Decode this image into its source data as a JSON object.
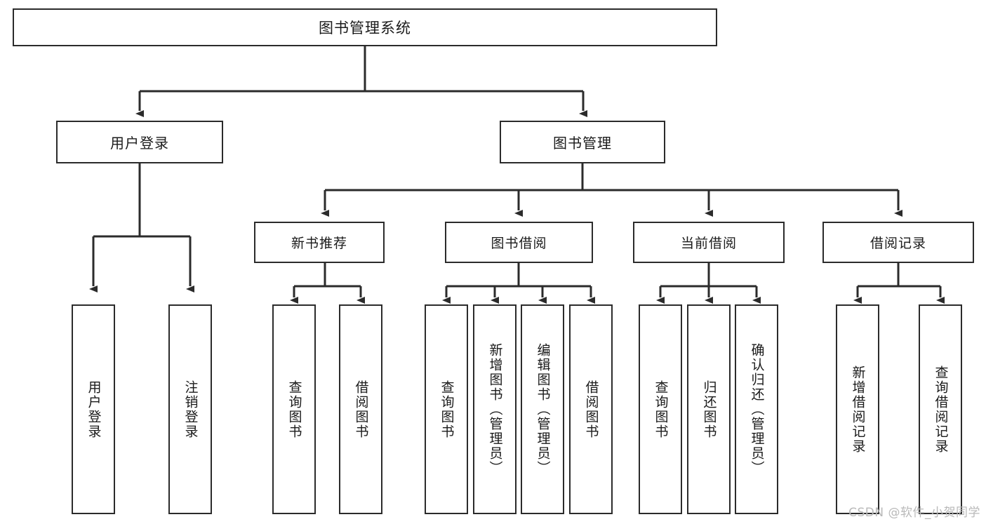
{
  "diagram": {
    "title": "图书管理系统",
    "type": "tree-hierarchy",
    "root": {
      "label": "图书管理系统"
    },
    "level2": [
      {
        "label": "用户登录"
      },
      {
        "label": "图书管理"
      }
    ],
    "level3": [
      {
        "label": "新书推荐"
      },
      {
        "label": "图书借阅"
      },
      {
        "label": "当前借阅"
      },
      {
        "label": "借阅记录"
      }
    ],
    "leaves": {
      "user_login": [
        {
          "label": "用户登录"
        },
        {
          "label": "注销登录"
        }
      ],
      "new_book_recommend": [
        {
          "label": "查询图书"
        },
        {
          "label": "借阅图书"
        }
      ],
      "book_borrow": [
        {
          "label": "查询图书"
        },
        {
          "label": "新增图书（管理员）"
        },
        {
          "label": "编辑图书（管理员）"
        },
        {
          "label": "借阅图书"
        }
      ],
      "current_borrow": [
        {
          "label": "查询图书"
        },
        {
          "label": "归还图书"
        },
        {
          "label": "确认归还（管理员）"
        }
      ],
      "borrow_records": [
        {
          "label": "新增借阅记录"
        },
        {
          "label": "查询借阅记录"
        }
      ]
    }
  },
  "watermark": {
    "text": "CSDN @软件_小贺同学"
  },
  "colors": {
    "border": "#2b2b2b",
    "background": "#ffffff",
    "text": "#1a1a1a",
    "watermark": "#b9b9b9"
  }
}
